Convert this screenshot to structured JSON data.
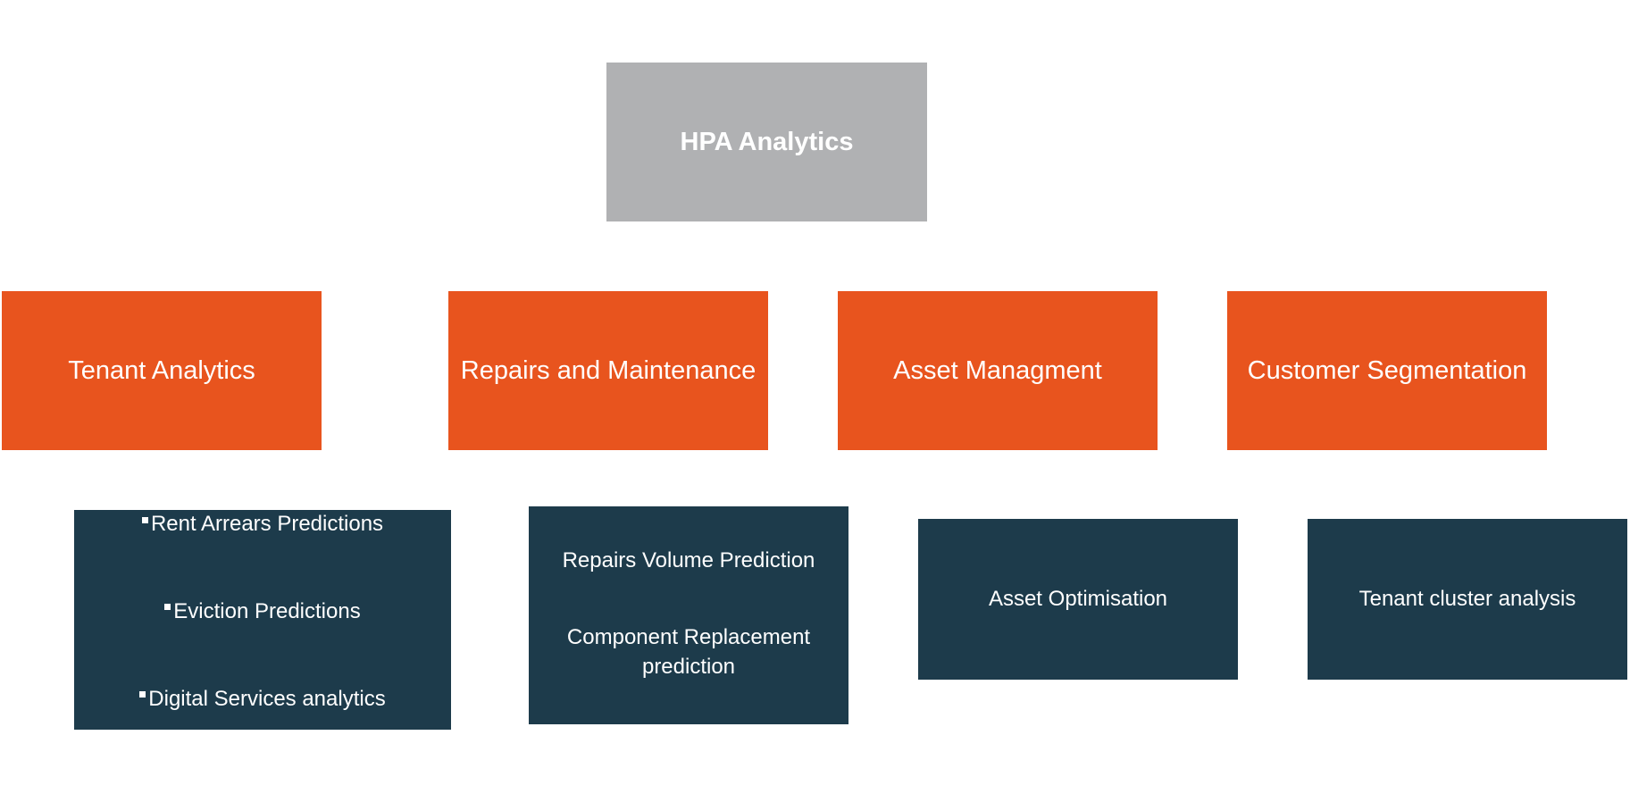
{
  "colors": {
    "root": "#b0b1b3",
    "category": "#e8541e",
    "detail": "#1d3b4b",
    "text": "#ffffff"
  },
  "root": {
    "label": "HPA Analytics"
  },
  "categories": [
    {
      "label": "Tenant Analytics"
    },
    {
      "label": "Repairs and Maintenance"
    },
    {
      "label": "Asset Managment"
    },
    {
      "label": "Customer Segmentation"
    }
  ],
  "details": [
    {
      "items": [
        "Rent Arrears Predictions",
        "Eviction Predictions",
        "Digital Services analytics"
      ]
    },
    {
      "items": [
        "Repairs Volume Prediction",
        "Component Replacement prediction"
      ]
    },
    {
      "items": [
        "Asset Optimisation"
      ]
    },
    {
      "items": [
        "Tenant cluster analysis"
      ]
    }
  ]
}
